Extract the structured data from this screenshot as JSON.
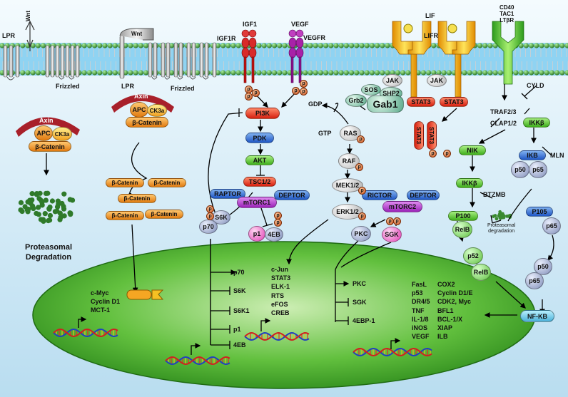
{
  "membrane_labels": {
    "wnt_left": "Wnt",
    "lpr_left": "LPR",
    "frizzled_left": "Frizzled",
    "wnt_mid": "Wnt",
    "lpr_mid": "LPR",
    "frizzled_mid": "Frizzled",
    "igf1": "IGF1",
    "igf1r": "IGF1R",
    "vegf": "VEGF",
    "vegfr": "VEGFR",
    "lif": "LIF",
    "lifr": "LIFR",
    "cd40_group": [
      "CD40",
      "TAC1",
      "LTβR"
    ]
  },
  "wnt_pathway": {
    "axin_left": "Axin",
    "apc_left": "APC",
    "ck3a_left": "CK3a",
    "bcat_left": "β-Catenin",
    "axin_mid": "Axin",
    "apc_mid": "APC",
    "ck3a_mid": "CK3a",
    "bcat_mid": "β-Catenin",
    "bcat_free": [
      "β-Catenin",
      "β-Catenin",
      "β-Catenin",
      "β-Catenin",
      "β-Catenin"
    ],
    "degradation_label": "Proteasomal Degradation"
  },
  "pi3k_pathway": {
    "pi3k": "PI3K",
    "pdk": "PDK",
    "akt": "AKT",
    "tsc": "TSC1/2",
    "raptor": "RAPTOR",
    "deptor1": "DEPTOR",
    "mtorc1": "mTORC1",
    "s6k": "S6K",
    "p70": "p70",
    "p1": "p1",
    "fourEB": "4EB",
    "rictor": "RICTOR",
    "deptor2": "DEPTOR",
    "mtorc2": "mTORC2",
    "pkc": "PKC",
    "sgk": "SGK"
  },
  "ras_pathway": {
    "gdp": "GDP",
    "gtp": "GTP",
    "ras": "RAS",
    "raf": "RAF",
    "mek": "MEK1/2",
    "erk": "ERK1/2",
    "grb2": "Grb2",
    "sos": "SOS",
    "shp2": "SHP2",
    "gab1": "Gab1"
  },
  "jak_stat": {
    "jak1": "JAK",
    "jak2": "JAK",
    "stat3a": "STAT3",
    "stat3b": "STAT3",
    "dimer_a": "STAT3",
    "dimer_b": "STAT3"
  },
  "nfkb_pathway": {
    "cyld": "CYLD",
    "traf": "TRAF2/3",
    "clap": "CLAP1/2",
    "ikkb_top": "IKKβ",
    "nik": "NIK",
    "ikb": "IKB",
    "mln": "MLN",
    "p50a": "p50",
    "p65a": "p65",
    "ikkb_mid": "IKKβ",
    "btzmb": "BTZMB",
    "p100": "P100",
    "relb_top": "RelB",
    "prot_deg": [
      "Proteasomal",
      "degradation"
    ],
    "p105": "P105",
    "p65b": "p65",
    "p52": "p52",
    "relb_bottom": "RelB",
    "p50b": "p50",
    "p65c": "p65",
    "nfkb": "NF-KB"
  },
  "phospho_label": "p",
  "nucleus": {
    "wnt_targets": [
      "c-Myc",
      "Cyclin D1",
      "MCT-1"
    ],
    "mtor_targets": [
      "p70",
      "S6K",
      "S6K1",
      "p1",
      "4EB"
    ],
    "erk_targets": [
      "c-Jun",
      "STAT3",
      "ELK-1",
      "RTS",
      "eFOS",
      "CREB"
    ],
    "mtorc2_targets": [
      "PKC",
      "SGK",
      "4EBP-1"
    ],
    "nfkb_targets_left": [
      "FasL",
      "p53",
      "DR4/5",
      "TNF",
      "IL-1/8",
      "iNOS",
      "VEGF"
    ],
    "nfkb_targets_right": [
      "COX2",
      "Cyclin D1/E",
      "CDK2, Myc",
      "BFL1",
      "BCL-1/X",
      "XIAP",
      "ILB"
    ]
  },
  "colors": {
    "membrane": "#3fa0d8",
    "nucleus": "#3aa82a",
    "pi3k": "#e8501a",
    "mtor": "#9a22b8",
    "blue_node": "#1f56c4",
    "green_node": "#3fae1c",
    "stat3": "#e07a10"
  }
}
